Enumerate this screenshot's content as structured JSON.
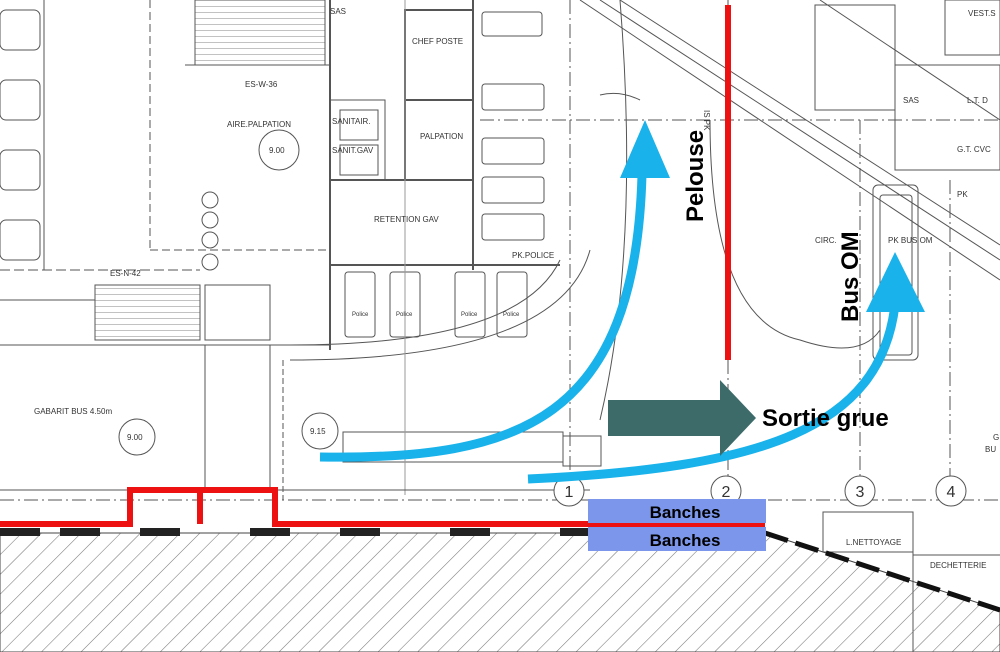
{
  "rooms": {
    "sas_top": "SAS",
    "chef_poste": "CHEF POSTE",
    "vest": "VEST.S",
    "es_w_36": "ES-W-36",
    "aire_palpation": "AIRE.PALPATION",
    "level_aire": "9.00",
    "sanitaires": "SANITAIR.",
    "sanit_gav": "SANIT.GAV",
    "palpation": "PALPATION",
    "retention_gav": "RETENTION GAV",
    "pk_police": "PK.POLICE",
    "es_n_42": "ES-N-42",
    "gabarit_bus": "GABARIT BUS 4.50m",
    "level_gabarit": "9.00",
    "level_915": "9.15",
    "is_pk": "IS PK",
    "sas_right": "SAS",
    "lt_d": "L.T. D",
    "gt_cvc": "G.T. CVC",
    "pk_right": "PK",
    "circ": "CIRC.",
    "pk_bus_om": "PK BUS OM",
    "l_nettoyage": "L.NETTOYAGE",
    "dechetterie": "DECHETTERIE",
    "bu_partial": "BU",
    "g_partial": "G",
    "police_car": "Police"
  },
  "grid_marks": [
    "1",
    "2",
    "3",
    "4"
  ],
  "annotations": {
    "pelouse": "Pelouse",
    "bus_om": "Bus OM",
    "sortie_grue": "Sortie grue",
    "banches_top": "Banches",
    "banches_bottom": "Banches"
  },
  "colors": {
    "red_line": "#ee1111",
    "blue_arrow": "#1ab2ea",
    "dark_arrow": "#3c6b6a",
    "banches_fill": "#7b96ea",
    "plan_line": "#555555",
    "hatch": "#666666"
  }
}
